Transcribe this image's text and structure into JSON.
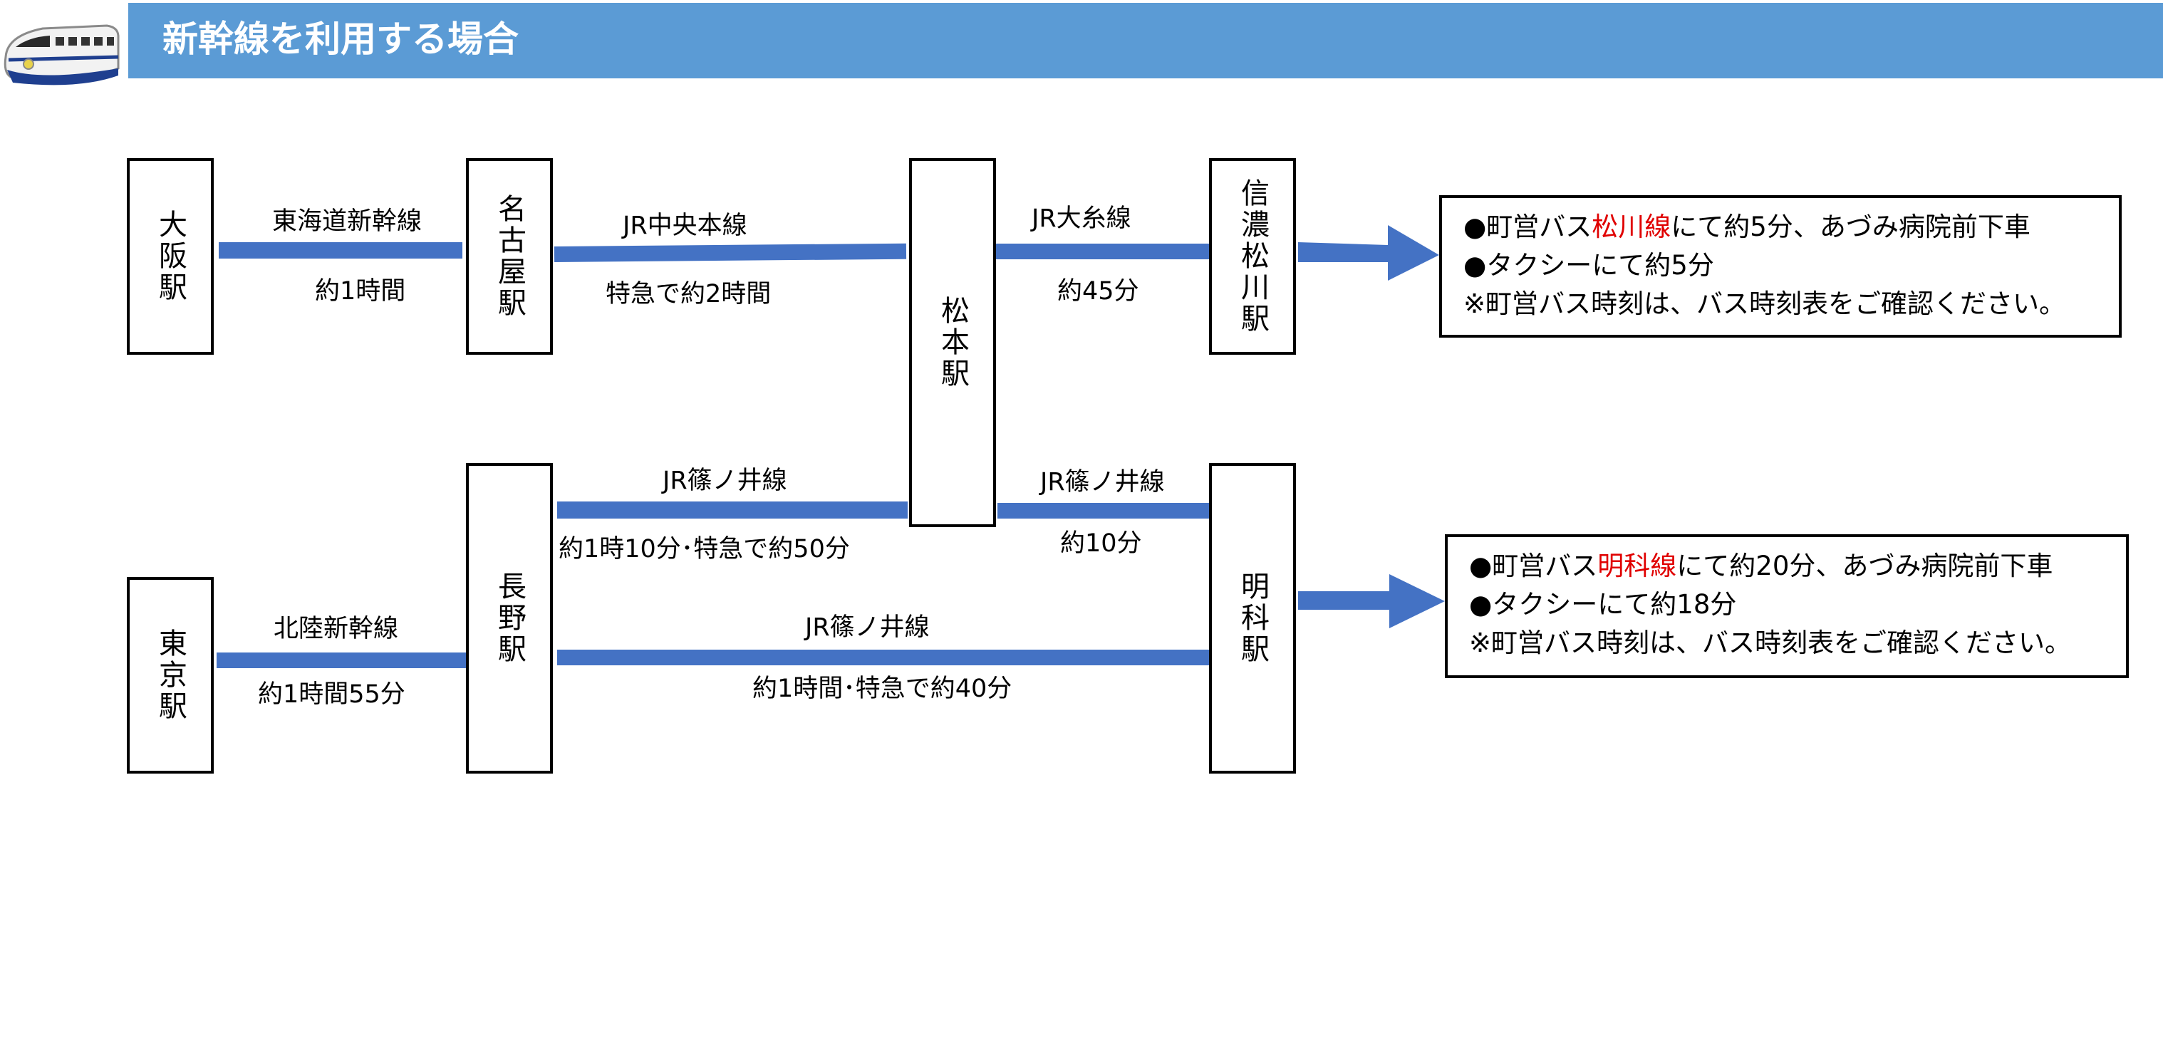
{
  "header": {
    "title": "新幹線を利用する場合",
    "logo_icon": "shinkansen-train-icon"
  },
  "stations": {
    "osaka": "大阪駅",
    "nagoya": "名古屋駅",
    "matsumoto": "松本駅",
    "shinano_matsukawa": "信濃松川駅",
    "tokyo": "東京駅",
    "nagano": "長野駅",
    "akashina": "明科駅"
  },
  "segments": {
    "osaka_nagoya": {
      "line": "東海道新幹線",
      "time": "約1時間"
    },
    "nagoya_matsumoto": {
      "line": "JR中央本線",
      "time": "特急で約2時間"
    },
    "matsumoto_shinano": {
      "line": "JR大糸線",
      "time": "約45分"
    },
    "nagano_matsumoto": {
      "line": "JR篠ノ井線",
      "time": "約1時10分･特急で約50分"
    },
    "matsumoto_akashina": {
      "line": "JR篠ノ井線",
      "time": "約10分"
    },
    "tokyo_nagano": {
      "line": "北陸新幹線",
      "time": "約1時間55分"
    },
    "nagano_akashina": {
      "line": "JR篠ノ井線",
      "time": "約1時間･特急で約40分"
    }
  },
  "info_matsukawa": {
    "bus_prefix": "●町営バス",
    "bus_line": "松川線",
    "bus_suffix": "にて約5分、あづみ病院前下車",
    "taxi": "●タクシーにて約5分",
    "note": "※町営バス時刻は、バス時刻表をご確認ください。"
  },
  "info_akashina": {
    "bus_prefix": "●町営バス",
    "bus_line": "明科線",
    "bus_suffix": "にて約20分、あづみ病院前下車",
    "taxi": "●タクシーにて約18分",
    "note": "※町営バス時刻は、バス時刻表をご確認ください。"
  },
  "colors": {
    "header": "#5b9bd5",
    "rail": "#4472c4",
    "bus_line_highlight": "#e00000"
  }
}
